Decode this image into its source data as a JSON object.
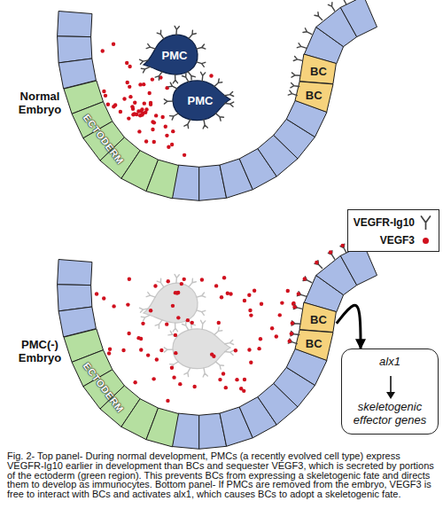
{
  "diagram": {
    "caption": "Fig. 2- Top panel- During normal development, PMCs (a recently evolved cell type) express VEGFR-Ig10 earlier in development than BCs and sequester VEGF3, which is secreted by portions of the ectoderm (green region). This prevents BCs from expressing a skeletogenic fate and directs them to develop as immunocytes. Bottom panel- If PMCs are removed from the embryo, VEGF3 is free to interact with BCs and activates alx1, which causes BCs to adopt a skeletogenic fate.",
    "nodes": [
      {
        "text": [
          "ECTODERM"
        ]
      },
      {
        "text": [
          "PMC"
        ]
      },
      {
        "text": [
          "PMC"
        ]
      },
      {
        "text": [
          "BC"
        ]
      },
      {
        "text": [
          "BC"
        ]
      },
      {
        "text": [
          "ECTODERM"
        ]
      },
      {
        "text": [
          "BC"
        ]
      },
      {
        "text": [
          "BC"
        ]
      },
      {
        "text": [
          "alx1",
          "skeletogenic effector genes"
        ]
      }
    ],
    "edges": [
      {
        "from": 6,
        "to": 8,
        "arrow": "to"
      }
    ],
    "labels": [
      "Normal Embryo",
      "PMC(-) Embryo"
    ],
    "legend": [
      {
        "text": "VEGFR-Ig10"
      },
      {
        "text": "VEGF3",
        "color": "#d0101e"
      }
    ]
  }
}
